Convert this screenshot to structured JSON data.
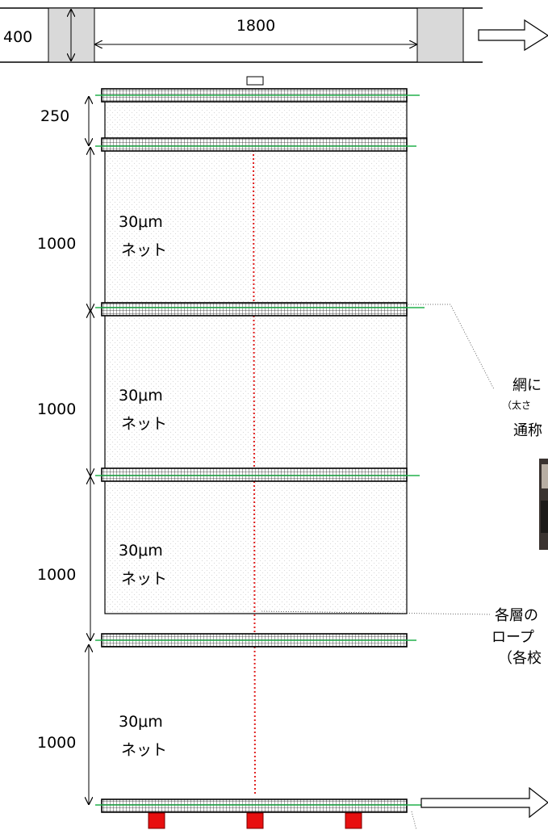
{
  "top_view": {
    "width_label": "1800",
    "depth_label": "400"
  },
  "side_view": {
    "top_gap_label": "250",
    "sections": [
      {
        "height_label": "1000",
        "net_size": "30μm",
        "net_name": "ネット"
      },
      {
        "height_label": "1000",
        "net_size": "30μm",
        "net_name": "ネット"
      },
      {
        "height_label": "1000",
        "net_size": "30μm",
        "net_name": "ネット"
      },
      {
        "height_label": "1000",
        "net_size": "30μm",
        "net_name": "ネット"
      }
    ]
  },
  "callouts": {
    "float_rope": {
      "line1": "網に",
      "line2": "（太さ",
      "line3": "通称"
    },
    "center_rope": {
      "line1": "各層の",
      "line2": "ロープ",
      "line3": "（各校"
    }
  },
  "colors": {
    "green_line": "#22b14c",
    "red_rope": "#e02020",
    "weight": "#e81010",
    "frame_fill": "#d9d9d9"
  }
}
